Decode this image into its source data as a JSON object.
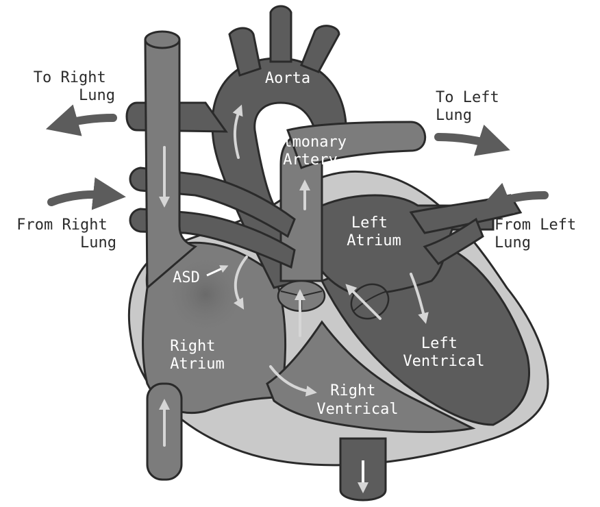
{
  "colors": {
    "vessel": "#5c5c5c",
    "chamber": "#7c7c7c",
    "wall": "#c9c9c9",
    "outline": "#2a2a2a",
    "flow_arrow": "#d6d6d6",
    "text_light": "#ffffff",
    "text_dark": "#2b2b2b"
  },
  "labels": {
    "aorta": "Aorta",
    "pulmonary_artery": [
      "Pulmonary",
      "Artery"
    ],
    "to_right_lung": [
      "To Right",
      "Lung"
    ],
    "to_left_lung": [
      "To Left",
      "Lung"
    ],
    "from_right_lung": [
      "From Right",
      "Lung"
    ],
    "from_left_lung": [
      "From Left",
      "Lung"
    ],
    "left_atrium": [
      "Left",
      "Atrium"
    ],
    "asd": "ASD",
    "right_atrium": [
      "Right",
      "Atrium"
    ],
    "left_ventrical": [
      "Left",
      "Ventrical"
    ],
    "right_ventrical": [
      "Right",
      "Ventrical"
    ]
  }
}
